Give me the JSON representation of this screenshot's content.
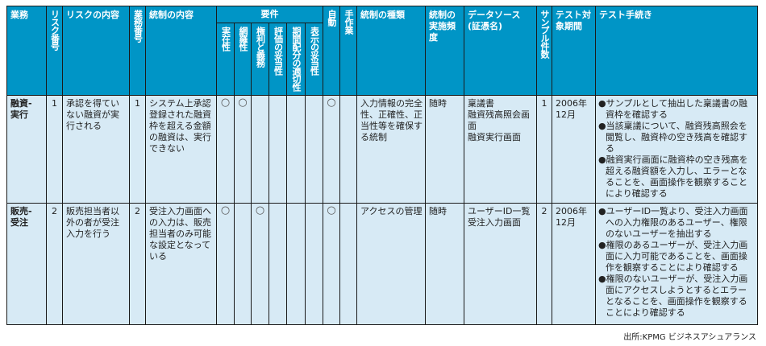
{
  "header": {
    "business": "業務",
    "risk_no": "リスク番号",
    "risk_content": "リスクの内容",
    "business_no": "業務番号",
    "control_content": "統制の内容",
    "requirements_group": "要件",
    "requirements": [
      "実在性",
      "網羅性",
      "権利と義務",
      "評価の妥当性",
      "期間配分の適切性",
      "表示の妥当性"
    ],
    "automatic": "自動",
    "manual": "手作業",
    "control_type": "統制の種類",
    "frequency": "統制の実施頻度",
    "data_source": "データソース(証憑名)",
    "sample_count": "サンプル件数",
    "test_period": "テスト対象期間",
    "test_procedure": "テスト手続き"
  },
  "rows": [
    {
      "business": "融資-実行",
      "risk_no": "1",
      "risk_content": "承認を得ていない融資が実行される",
      "business_no": "1",
      "control_content": "システム上承認登録された融資枠を超える金額の融資は、実行できない",
      "requirements": [
        "○",
        "○",
        "",
        "",
        "",
        ""
      ],
      "automatic": "○",
      "manual": "",
      "control_type": "入力情報の完全性、正確性、正当性等を確保する統制",
      "frequency": "随時",
      "data_source": "稟議書\n融資残高照会画面\n融資実行画面",
      "sample_count": "1",
      "test_period": "2006年12月",
      "test_procedure": [
        "●サンプルとして抽出した稟議書の融資枠を確認する",
        "●当該稟議について、融資残高照会を閲覧し、融資枠の空き残高を確認する",
        "●融資実行画面に融資枠の空き残高を超える融資額を入力し、エラーとなることを、画面操作を観察することにより確認する"
      ]
    },
    {
      "business": "販売-受注",
      "risk_no": "2",
      "risk_content": "販売担当者以外の者が受注入力を行う",
      "business_no": "2",
      "control_content": "受注入力画面への入力は、販売担当者のみ可能な設定となっている",
      "requirements": [
        "○",
        "",
        "○",
        "",
        "",
        ""
      ],
      "automatic": "○",
      "manual": "",
      "control_type": "アクセスの管理",
      "frequency": "随時",
      "data_source": "ユーザーID一覧受注入力画面",
      "sample_count": "2",
      "test_period": "2006年12月",
      "test_procedure": [
        "●ユーザーID一覧より、受注入力画面への入力権限のあるユーザー、権限のないユーザーを抽出する",
        "●権限のあるユーザーが、受注入力画面に入力可能であることを、画面操作を観察することにより確認する",
        "●権限のないユーザーが、受注入力画面にアクセスしようとするとエラーとなることを、画面操作を観察することにより確認する"
      ]
    }
  ],
  "footer": {
    "source": "出所:KPMG ビジネスアシュアランス"
  },
  "colors": {
    "header_bg": "#0095c6",
    "cell_bg": "#d7eaf5",
    "business_cell_bg": "#86c4e4"
  }
}
